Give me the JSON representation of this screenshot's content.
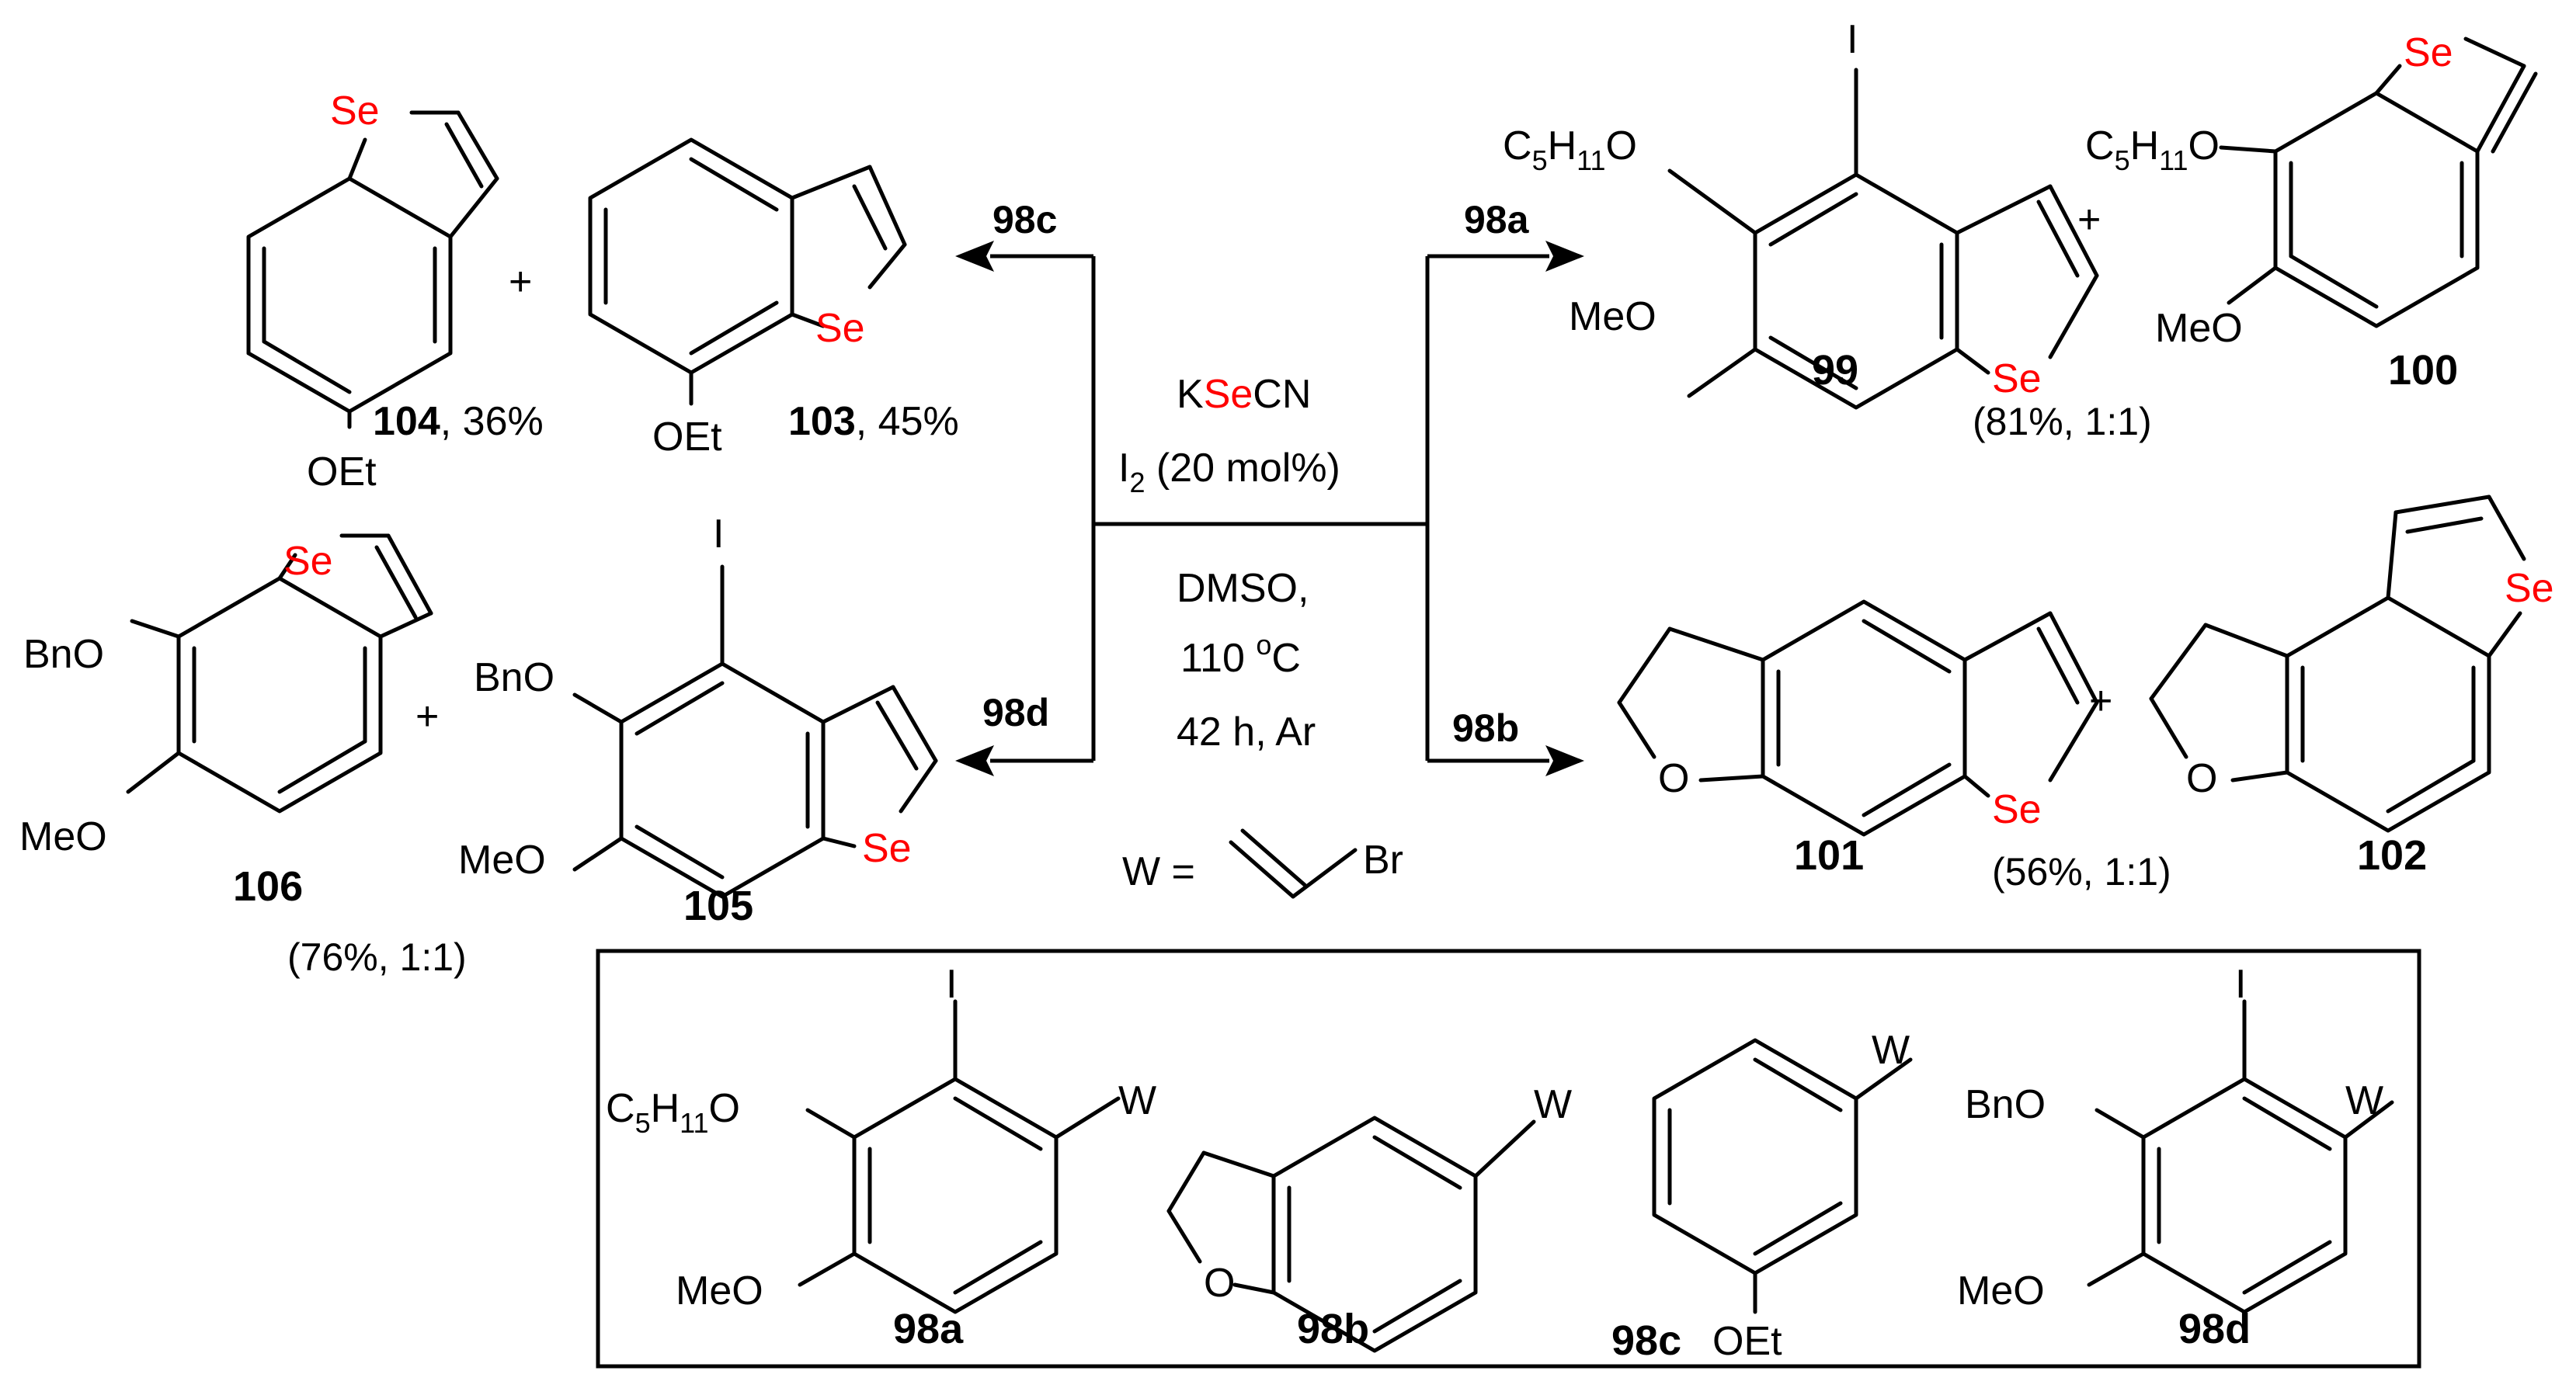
{
  "reagents": {
    "ksecn_k": "K",
    "ksecn_se": "Se",
    "ksecn_cn": "CN",
    "iodine": "I",
    "iodine_sub": "2",
    "iodine_rest": " (20 mol%)",
    "solvent": "DMSO,",
    "temp": "110 ",
    "temp_deg": "o",
    "temp_unit": "C",
    "time": "42 h, Ar",
    "w_def": "W =",
    "w_br": "Br"
  },
  "arrows": {
    "a": "98a",
    "b": "98b",
    "c": "98c",
    "d": "98d"
  },
  "atoms": {
    "se": "Se",
    "iodo": "I",
    "o": "O",
    "w": "W",
    "br": "Br",
    "plus": "+",
    "meo": "MeO",
    "bno": "BnO",
    "oet": "OEt",
    "c5h11o_c": "C",
    "c5h11o_5": "5",
    "c5h11o_h": "H",
    "c5h11o_11": "11",
    "c5h11o_o": "O"
  },
  "compounds": {
    "c99": "99",
    "c100": "100",
    "c101": "101",
    "c102": "102",
    "c103": "103",
    "c103_yield": ", 45%",
    "c104": "104",
    "c104_yield": ", 36%",
    "c105": "105",
    "c106": "106",
    "y_99_100": "(81%, 1:1)",
    "y_101_102": "(56%, 1:1)",
    "y_105_106": "(76%, 1:1)"
  },
  "substrates": {
    "s98a": "98a",
    "s98b": "98b",
    "s98c": "98c",
    "s98d": "98d"
  }
}
